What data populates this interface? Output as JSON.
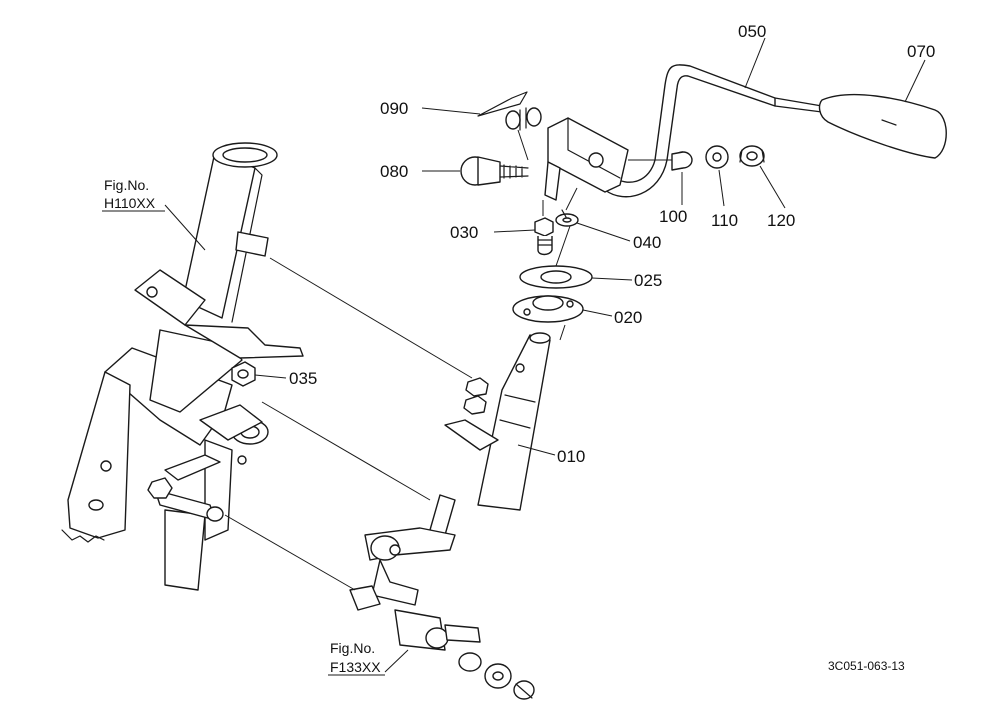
{
  "callouts": {
    "c050": "050",
    "c070": "070",
    "c090": "090",
    "c080": "080",
    "c100": "100",
    "c110": "110",
    "c120": "120",
    "c030": "030",
    "c040": "040",
    "c025": "025",
    "c020": "020",
    "c035": "035",
    "c010": "010"
  },
  "references": {
    "fig_top_label": "Fig.No.",
    "fig_top_code": "H110XX",
    "fig_bottom_label": "Fig.No.",
    "fig_bottom_code": "F133XX"
  },
  "drawing_code": "3C051-063-13"
}
